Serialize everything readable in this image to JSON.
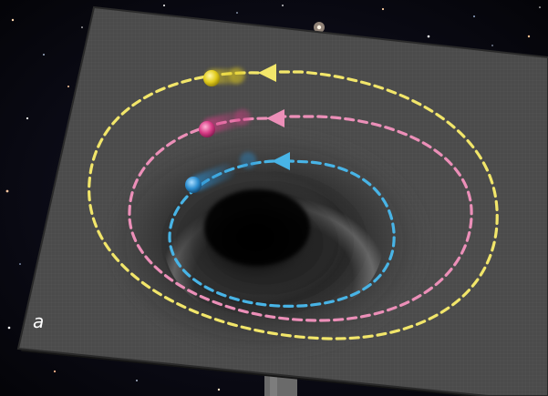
{
  "panel_label": "a",
  "colors": {
    "space_background": "#06060c",
    "sheet_surface": "#4a4a4a",
    "well_center": "#050505",
    "orbit_outer": "#f2e66a",
    "orbit_middle": "#ec8fb8",
    "orbit_inner": "#48b4e6",
    "ball_outer": "#e2cc1c",
    "ball_middle": "#d83c86",
    "ball_inner": "#2c8ed0",
    "label_text": "#ffffff"
  },
  "orbits": [
    {
      "name": "outer",
      "color_key": "orbit_outer",
      "arrow_direction": "left"
    },
    {
      "name": "middle",
      "color_key": "orbit_middle",
      "arrow_direction": "left"
    },
    {
      "name": "inner",
      "color_key": "orbit_inner",
      "arrow_direction": "left"
    }
  ]
}
